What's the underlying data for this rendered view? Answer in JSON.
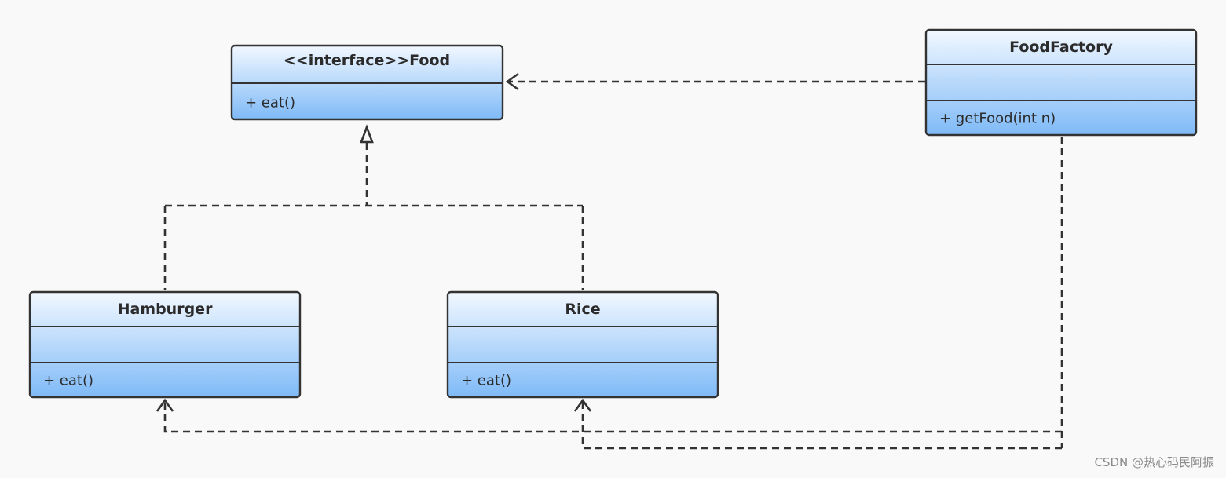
{
  "diagram": {
    "classes": {
      "food": {
        "name": "<<interface>>Food",
        "attributes": "",
        "methods": "+ eat()"
      },
      "food_factory": {
        "name": "FoodFactory",
        "attributes": "",
        "methods": "+ getFood(int n)"
      },
      "hamburger": {
        "name": "Hamburger",
        "attributes": "",
        "methods": "+ eat()"
      },
      "rice": {
        "name": "Rice",
        "attributes": "",
        "methods": "+ eat()"
      }
    },
    "relationships": [
      {
        "from": "FoodFactory",
        "to": "<<interface>>Food",
        "kind": "dependency"
      },
      {
        "from": "Hamburger",
        "to": "<<interface>>Food",
        "kind": "realization"
      },
      {
        "from": "Rice",
        "to": "<<interface>>Food",
        "kind": "realization"
      },
      {
        "from": "FoodFactory",
        "to": "Hamburger",
        "kind": "dependency"
      },
      {
        "from": "FoodFactory",
        "to": "Rice",
        "kind": "dependency"
      }
    ],
    "colors": {
      "box_top": "#f2f8ff",
      "box_bottom": "#7fbaf7",
      "border": "#333333",
      "background": "#f9f9f9"
    }
  },
  "watermark": "CSDN @热心码民阿振"
}
